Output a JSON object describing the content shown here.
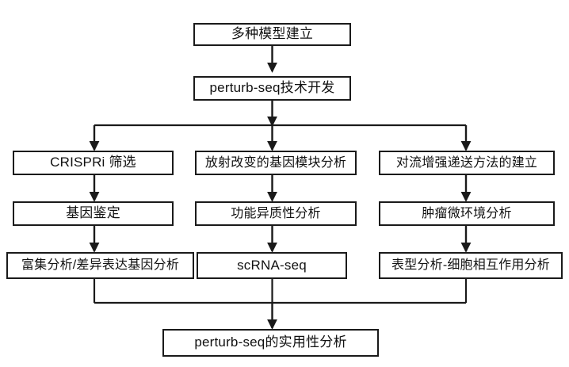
{
  "diagram": {
    "title": "perturb-seq research workflow flowchart",
    "background_color": "#ffffff",
    "line_color": "#1a1a1a",
    "text_color": "#111111",
    "nodes": [
      {
        "id": "model",
        "label": "多种模型建立"
      },
      {
        "id": "perturbseq",
        "label": "perturb-seq技术开发"
      },
      {
        "id": "crispri",
        "label": "CRISPRi 筛选"
      },
      {
        "id": "gene_module",
        "label": "放射改变的基因模块分析"
      },
      {
        "id": "delivery",
        "label": "对流增强递送方法的建立"
      },
      {
        "id": "gene_id",
        "label": "基因鉴定"
      },
      {
        "id": "heterogeneity",
        "label": "功能异质性分析"
      },
      {
        "id": "microenv",
        "label": "肿瘤微环境分析"
      },
      {
        "id": "enrichment",
        "label": "富集分析/差异表达基因分析"
      },
      {
        "id": "scrnaseq",
        "label": "scRNA-seq"
      },
      {
        "id": "phenotype",
        "label": "表型分析-细胞相互作用分析"
      },
      {
        "id": "utility",
        "label": "perturb-seq的实用性分析"
      }
    ],
    "edges": [
      {
        "from": "model",
        "to": "perturbseq"
      },
      {
        "from": "perturbseq",
        "to": "crispri"
      },
      {
        "from": "perturbseq",
        "to": "gene_module"
      },
      {
        "from": "perturbseq",
        "to": "delivery"
      },
      {
        "from": "crispri",
        "to": "gene_id"
      },
      {
        "from": "gene_module",
        "to": "heterogeneity"
      },
      {
        "from": "delivery",
        "to": "microenv"
      },
      {
        "from": "gene_id",
        "to": "enrichment"
      },
      {
        "from": "heterogeneity",
        "to": "scrnaseq"
      },
      {
        "from": "microenv",
        "to": "phenotype"
      },
      {
        "from": "enrichment",
        "to": "utility"
      },
      {
        "from": "scrnaseq",
        "to": "utility"
      },
      {
        "from": "phenotype",
        "to": "utility"
      }
    ]
  }
}
